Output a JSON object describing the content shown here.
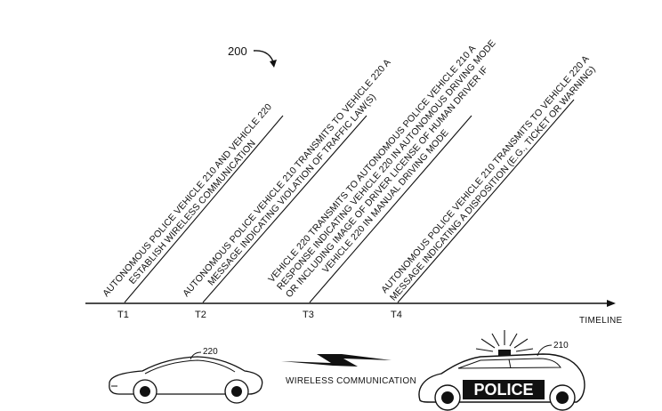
{
  "figure": {
    "ref_number": "200",
    "timeline_label": "Timeline",
    "events": [
      {
        "lines": [
          "Autonomous police vehicle 210 and vehicle 220",
          "establish wireless communication"
        ]
      },
      {
        "lines": [
          "Autonomous police vehicle 210 transmits to vehicle 220 a",
          "message indicating violation of traffic law(s)"
        ]
      },
      {
        "lines": [
          "Vehicle 220 transmits to autonomous police vehicle 210 a",
          "response indicating vehicle 220 in autonomous driving mode",
          "or including image of driver license of human driver if",
          "vehicle 220 in manual driving mode"
        ]
      },
      {
        "lines": [
          "Autonomous police vehicle 210 transmits to vehicle 220 a",
          "message indicating a disposition (e.g., ticket or warning)"
        ]
      }
    ],
    "ticks": [
      "T1",
      "T2",
      "T3",
      "T4"
    ],
    "vehicles": {
      "left_ref": "220",
      "right_ref": "210",
      "police_text": "POLICE"
    },
    "wireless_label": "Wireless Communication"
  }
}
